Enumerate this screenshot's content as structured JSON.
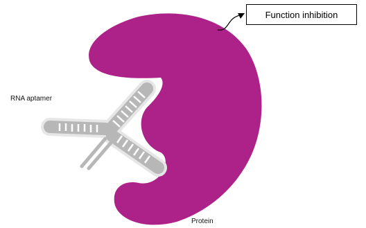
{
  "labels": {
    "function_inhibition": "Function inhibition",
    "rna_aptamer": "RNA aptamer",
    "protein": "Protein"
  },
  "colors": {
    "protein": "#ad2289",
    "aptamer_fill": "#b7b7b7",
    "aptamer_halo": "#e6e6e6",
    "aptamer_rungs": "#ffffff",
    "arrow": "#000000",
    "box_border": "#000000"
  }
}
